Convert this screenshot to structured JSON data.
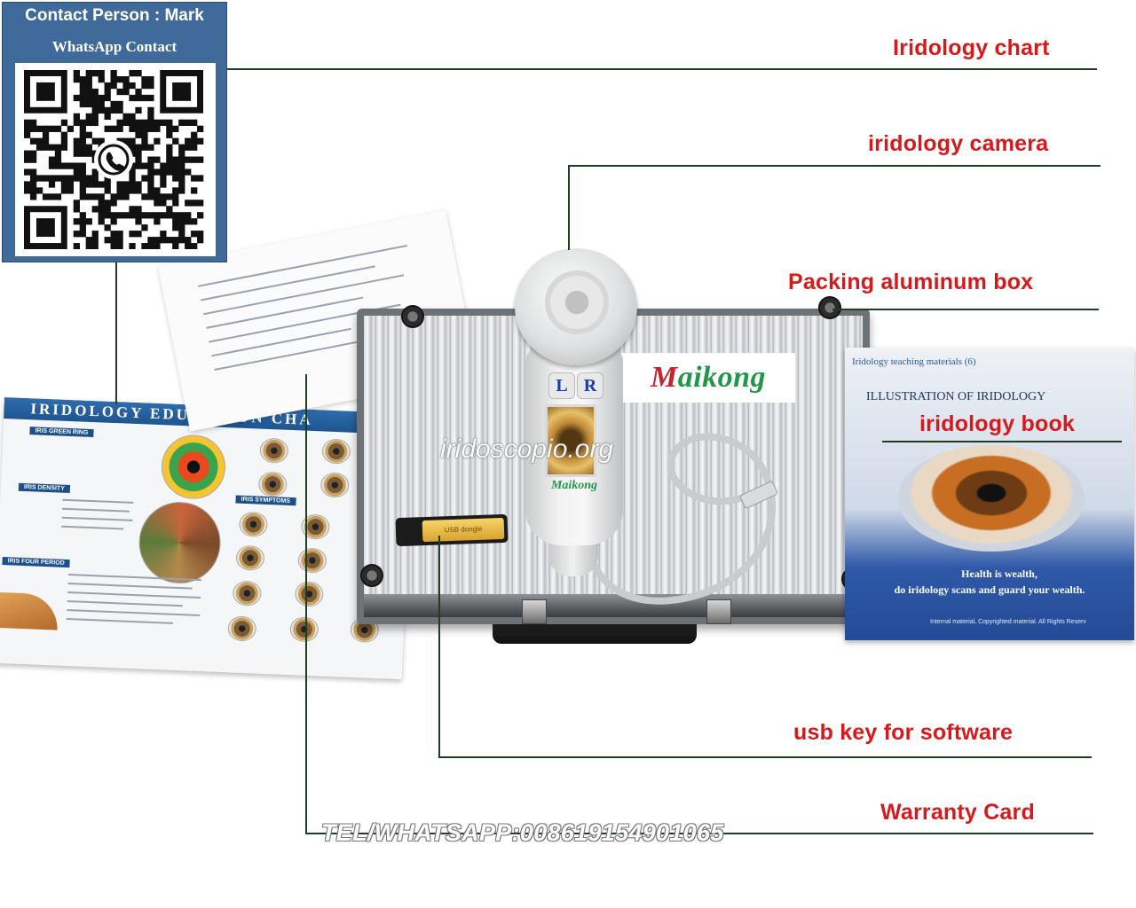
{
  "contact": {
    "title": "Contact Person : Mark",
    "subtitle": "WhatsApp Contact"
  },
  "callouts": {
    "chart": "Iridology chart",
    "camera": "iridology camera",
    "box": "Packing aluminum box",
    "book": "iridology book",
    "usb": "usb key for software",
    "warranty": "Warranty Card"
  },
  "chart_sheet": {
    "header": "IRIDOLOGY EDUCATION CHA",
    "sections": [
      "IRIS GREEN RING",
      "IRIS DENSITY",
      "IRIS SYMPTOMS",
      "IRIS FOUR PERIOD"
    ]
  },
  "logo": {
    "prefix": "M",
    "rest": "aikong"
  },
  "camera": {
    "left_button": "L",
    "right_button": "R",
    "brand": "Maikong"
  },
  "book": {
    "series": "Iridology teaching materials (6)",
    "title": "ILLUSTRATION OF IRIDOLOGY",
    "tagline_1": "Health is wealth,",
    "tagline_2": "do iridology scans and guard your wealth.",
    "copyright": "Internal material, Copyrighted material. All Rights Reserv"
  },
  "usb_key": {
    "label": "USB dongle"
  },
  "watermark": "iridoscopio.org",
  "phone": "TEL/WHATSAPP:008619154901065",
  "colors": {
    "label_red": "#d8191c",
    "card_blue": "#3f6a9a",
    "line": "#1f3d1f",
    "logo_green": "#23964a",
    "logo_red": "#c1272d"
  }
}
